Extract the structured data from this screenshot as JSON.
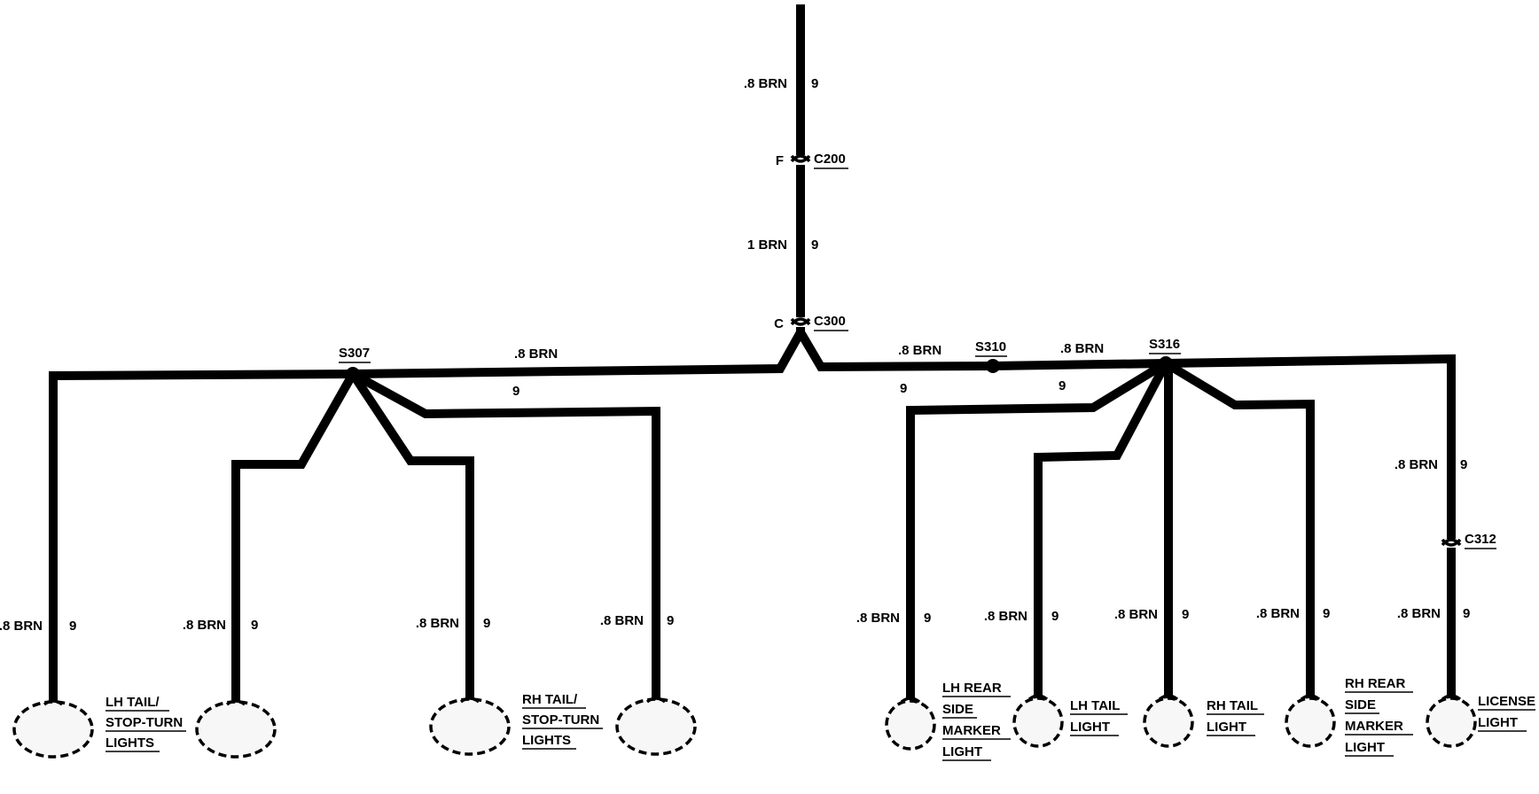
{
  "wires": {
    "top": {
      "gauge": ".8 BRN",
      "circuit": "9"
    },
    "mid": {
      "gauge": "1 BRN",
      "circuit": "9"
    },
    "left_bus": {
      "gauge": ".8 BRN",
      "circuit": "9"
    },
    "right_bus_a": {
      "gauge": ".8 BRN",
      "circuit": "9"
    },
    "right_bus_b": {
      "gauge": ".8 BRN",
      "circuit": "9"
    },
    "license_upper": {
      "gauge": ".8 BRN",
      "circuit": "9"
    },
    "lh_tail_outer": {
      "gauge": ".8 BRN",
      "circuit": "9"
    },
    "lh_tail_inner": {
      "gauge": ".8 BRN",
      "circuit": "9"
    },
    "rh_tail_inner": {
      "gauge": ".8 BRN",
      "circuit": "9"
    },
    "rh_tail_outer": {
      "gauge": ".8 BRN",
      "circuit": "9"
    },
    "lh_side_marker": {
      "gauge": ".8 BRN",
      "circuit": "9"
    },
    "lh_tail_light": {
      "gauge": ".8 BRN",
      "circuit": "9"
    },
    "rh_tail_light": {
      "gauge": ".8 BRN",
      "circuit": "9"
    },
    "rh_side_marker": {
      "gauge": ".8 BRN",
      "circuit": "9"
    },
    "license_lower": {
      "gauge": ".8 BRN",
      "circuit": "9"
    }
  },
  "connectors": {
    "c200": {
      "id": "C200",
      "pin": "F"
    },
    "c300": {
      "id": "C300",
      "pin": "C"
    },
    "c312": {
      "id": "C312"
    }
  },
  "splices": {
    "s307": "S307",
    "s310": "S310",
    "s316": "S316"
  },
  "components": {
    "lh_tail_stop_turn": [
      "LH TAIL/",
      "STOP-TURN",
      "LIGHTS"
    ],
    "rh_tail_stop_turn": [
      "RH TAIL/",
      "STOP-TURN",
      "LIGHTS"
    ],
    "lh_rear_side_marker": [
      "LH REAR",
      "SIDE",
      "MARKER",
      "LIGHT"
    ],
    "lh_tail_light": [
      "LH TAIL",
      "LIGHT"
    ],
    "rh_tail_light": [
      "RH TAIL",
      "LIGHT"
    ],
    "rh_rear_side_marker": [
      "RH REAR",
      "SIDE",
      "MARKER",
      "LIGHT"
    ],
    "license_light": [
      "LICENSE",
      "LIGHT"
    ]
  }
}
